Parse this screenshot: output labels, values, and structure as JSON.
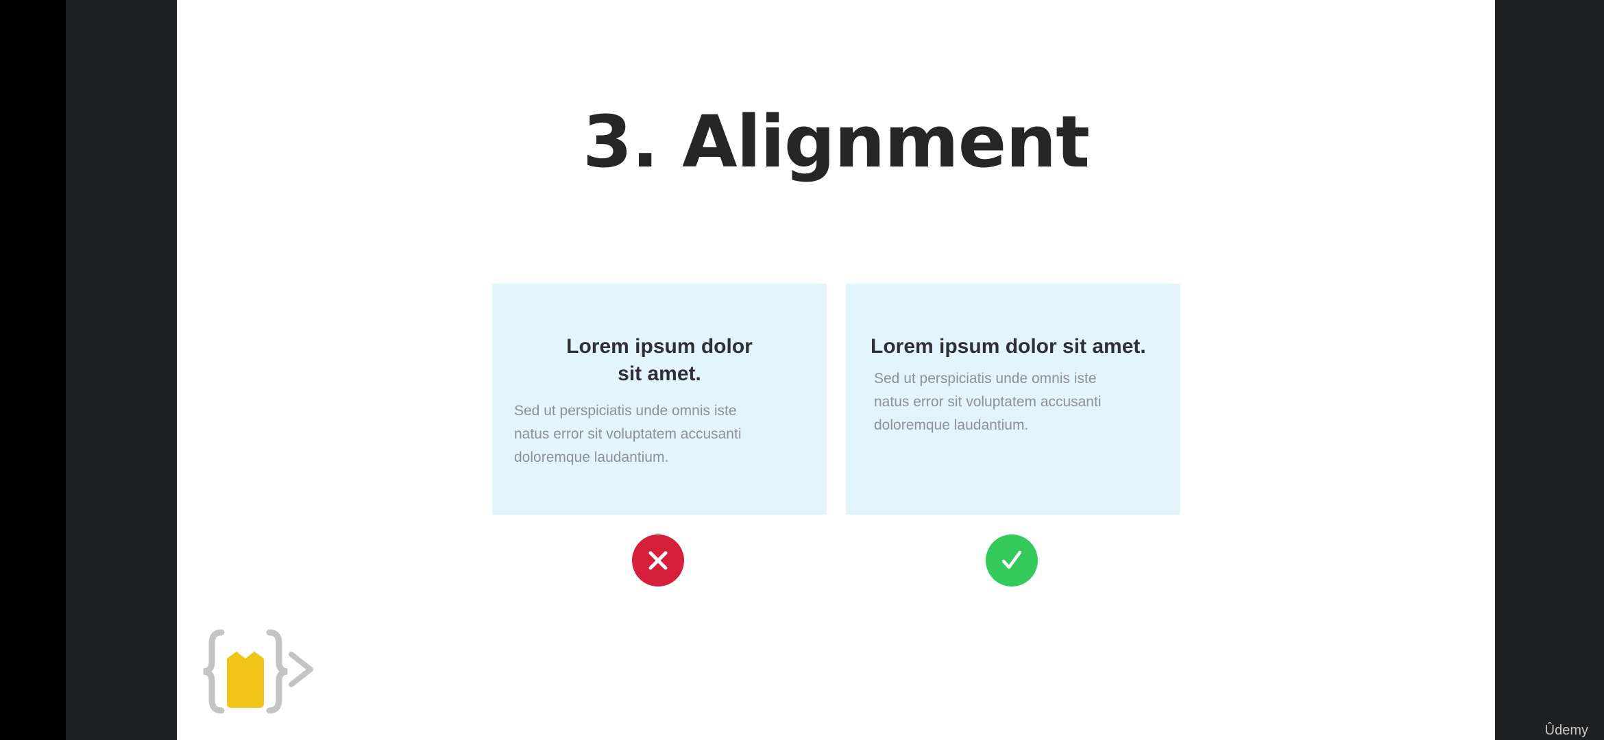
{
  "slide": {
    "title": "3. Alignment"
  },
  "cards": {
    "bad": {
      "heading_line1": "Lorem ipsum dolor",
      "heading_line2": "sit amet.",
      "body_line1": "Sed ut perspiciatis unde omnis iste",
      "body_line2": "natus error sit voluptatem accusanti",
      "body_line3": "doloremque laudantium.",
      "verdict_icon": "cross-icon"
    },
    "good": {
      "heading": "Lorem ipsum dolor sit amet.",
      "body_line1": "Sed ut perspiciatis unde omnis iste",
      "body_line2": "natus error sit voluptatem accusanti",
      "body_line3": "doloremque laudantium.",
      "verdict_icon": "check-icon"
    }
  },
  "colors": {
    "slide_background": "#ffffff",
    "card_background": "#e3f4fd",
    "bad_badge": "#d61f3a",
    "good_badge": "#33c95b",
    "logo_accent": "#f0c419",
    "letterbox": "#1f2022"
  },
  "branding": {
    "logo_icon": "code-brackets-logo-icon",
    "watermark": "Ûdemy"
  }
}
